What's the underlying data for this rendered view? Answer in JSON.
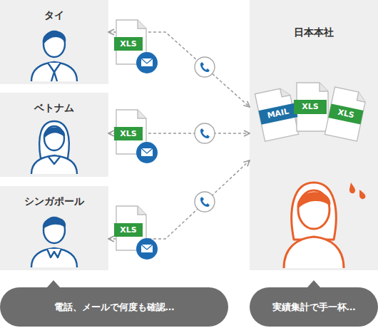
{
  "diagram": {
    "nodes": [
      {
        "text": [
          "タイ"
        ]
      },
      {
        "text": [
          "ベトナム"
        ]
      },
      {
        "text": [
          "シンガポール"
        ]
      },
      {
        "text": [
          "日本本社"
        ]
      },
      {
        "text": [
          "電話、メールで何度も確認…"
        ]
      },
      {
        "text": [
          "実績集計で手一杯…"
        ]
      }
    ],
    "edges": [
      {
        "from": 0,
        "to": 3,
        "arrow": "both"
      },
      {
        "from": 1,
        "to": 3,
        "arrow": "both"
      },
      {
        "from": 2,
        "to": 3,
        "arrow": "both"
      }
    ],
    "labels": [
      "XLS",
      "XLS",
      "XLS",
      "MAIL",
      "XLS",
      "XLS"
    ]
  }
}
